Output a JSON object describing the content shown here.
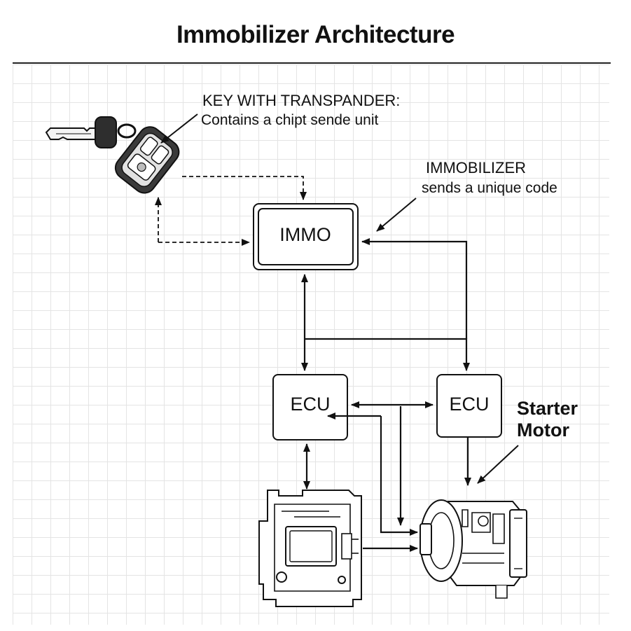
{
  "title": "Immobilizer Architecture",
  "labels": {
    "key_title": "KEY WITH TRANSPANDER:",
    "key_subtitle": "Contains a chipt sende unit",
    "immobilizer_title": "IMMOBILIZER",
    "immobilizer_subtitle": "sends a unique code",
    "starter_line1": "Starter",
    "starter_line2": "Motor"
  },
  "nodes": {
    "immo": "IMMO",
    "ecu_left": "ECU",
    "ecu_right": "ECU"
  },
  "icons": [
    "car-key-fob-icon",
    "engine-control-module-icon",
    "starter-motor-icon"
  ],
  "colors": {
    "line": "#111111",
    "grid": "#e4e4e4",
    "background": "#ffffff"
  }
}
